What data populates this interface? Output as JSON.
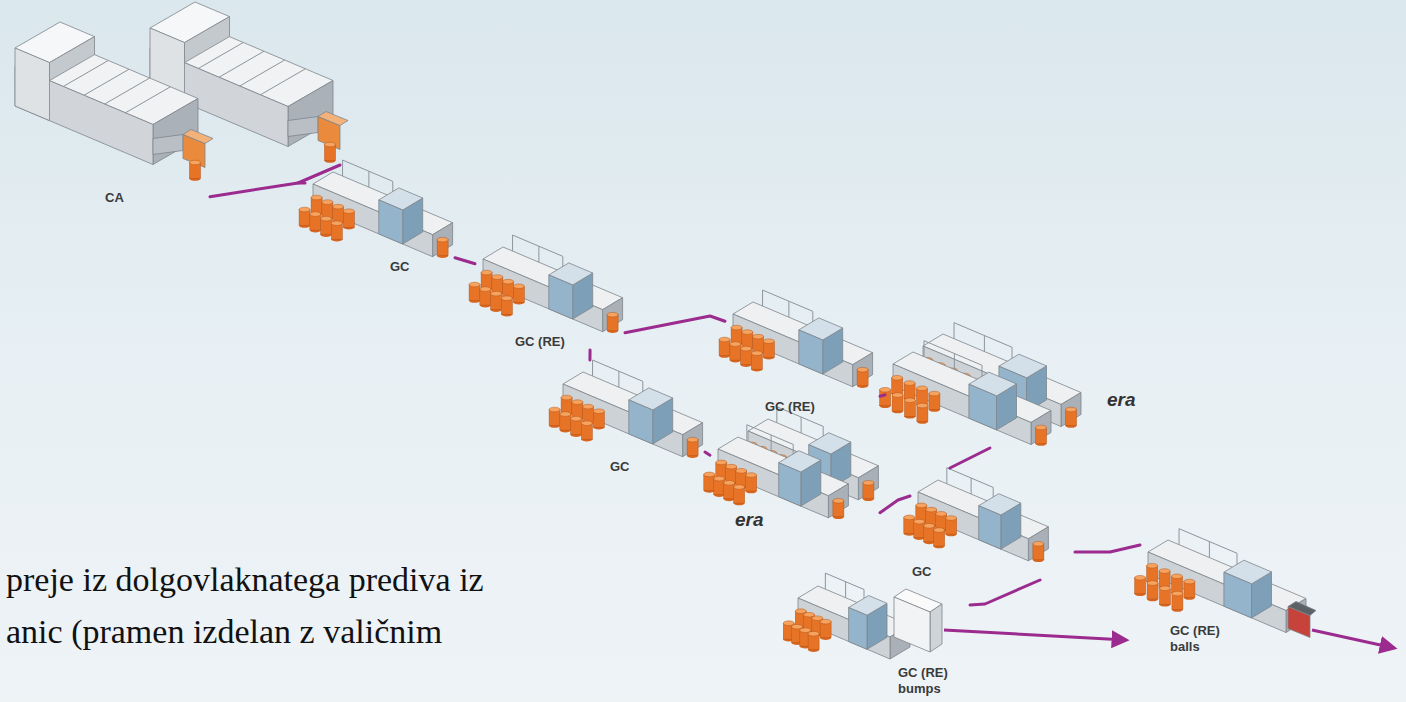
{
  "diagram": {
    "nodes": [
      {
        "text": [
          "CA"
        ]
      },
      {
        "text": [
          "GC"
        ]
      },
      {
        "text": [
          "GC (RE)"
        ]
      },
      {
        "text": [
          "GC (RE)"
        ]
      },
      {
        "text": [
          "GC"
        ]
      },
      {
        "text": [
          "era"
        ]
      },
      {
        "text": [
          "era"
        ]
      },
      {
        "text": [
          "GC"
        ]
      },
      {
        "text": [
          "GC (RE)",
          "balls"
        ]
      },
      {
        "text": [
          "GC (RE)",
          "bumps"
        ]
      }
    ],
    "edges": [
      {
        "from": 0,
        "to": 1,
        "arrow": "none"
      },
      {
        "from": 1,
        "to": 2,
        "arrow": "none"
      },
      {
        "from": 2,
        "to": 3,
        "arrow": "none"
      },
      {
        "from": 2,
        "to": 4,
        "arrow": "none"
      },
      {
        "from": 3,
        "to": 5,
        "arrow": "none"
      },
      {
        "from": 4,
        "to": 6,
        "arrow": "none"
      },
      {
        "from": 5,
        "to": 7,
        "arrow": "none"
      },
      {
        "from": 6,
        "to": 7,
        "arrow": "none"
      },
      {
        "from": 7,
        "to": 8,
        "arrow": "none"
      },
      {
        "from": 7,
        "to": 9,
        "arrow": "none"
      }
    ],
    "labels": [
      "preje iz dolgovlaknatega prediva iz",
      "anic (pramen izdelan z valičnim"
    ]
  }
}
